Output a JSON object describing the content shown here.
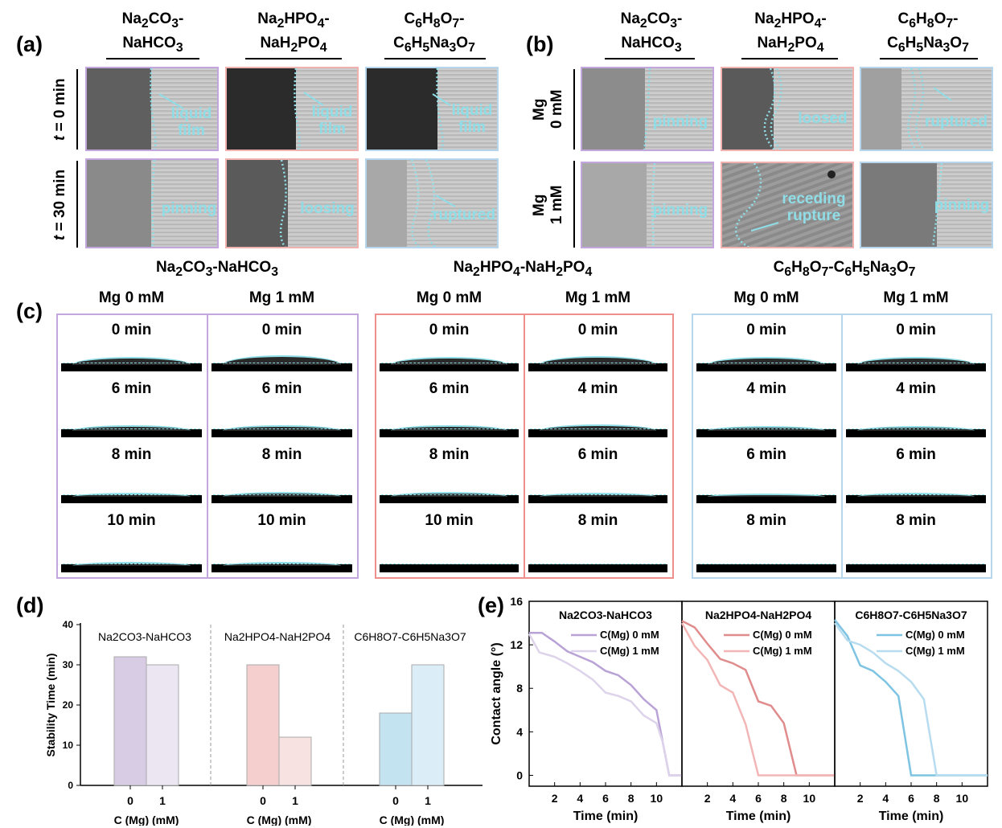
{
  "panel_a": {
    "letter": "(a)",
    "cols": [
      "Na2CO3-NaHCO3",
      "Na2HPO4-NaH2PO4",
      "C6H8O7-C6H5Na3O7"
    ],
    "rows": [
      "t = 0 min",
      "t = 30 min"
    ],
    "labels": [
      [
        "liquid film",
        "liquid film",
        "liquid film"
      ],
      [
        "pinning",
        "loosing",
        "ruptured"
      ]
    ]
  },
  "panel_b": {
    "letter": "(b)",
    "cols": [
      "Na2CO3-NaHCO3",
      "Na2HPO4-NaH2PO4",
      "C6H8O7-C6H5Na3O7"
    ],
    "rows": [
      "Mg 0 mM",
      "Mg 1 mM"
    ],
    "labels": [
      [
        "pinning",
        "loosed",
        "ruptured"
      ],
      [
        "pinning",
        "receding rupture",
        "pinning"
      ]
    ]
  },
  "panel_c": {
    "letter": "(c)",
    "groups": [
      {
        "title": "Na2CO3-NaHCO3",
        "color": "#c3a6dd",
        "cols": [
          {
            "mg": "Mg 0 mM",
            "times": [
              "0 min",
              "6 min",
              "8 min",
              "10 min"
            ]
          },
          {
            "mg": "Mg 1 mM",
            "times": [
              "0 min",
              "6 min",
              "8 min",
              "10 min"
            ]
          }
        ]
      },
      {
        "title": "Na2HPO4-NaH2PO4",
        "color": "#ef8f8c",
        "cols": [
          {
            "mg": "Mg 0 mM",
            "times": [
              "0 min",
              "6 min",
              "8 min",
              "10 min"
            ]
          },
          {
            "mg": "Mg 1 mM",
            "times": [
              "0 min",
              "4 min",
              "6 min",
              "8 min"
            ]
          }
        ]
      },
      {
        "title": "C6H8O7-C6H5Na3O7",
        "color": "#b5d6ec",
        "cols": [
          {
            "mg": "Mg 0 mM",
            "times": [
              "0 min",
              "4 min",
              "6 min",
              "8 min"
            ]
          },
          {
            "mg": "Mg 1 mM",
            "times": [
              "0 min",
              "4 min",
              "6 min",
              "8 min"
            ]
          }
        ]
      }
    ]
  },
  "chart_data": [
    {
      "type": "bar",
      "panel": "(d)",
      "ylabel": "Stability Time (min)",
      "xlabel": "C (Mg) (mM)",
      "ylim": [
        0,
        40
      ],
      "yticks": [
        0,
        10,
        20,
        30,
        40
      ],
      "groups": [
        {
          "name": "Na2CO3-NaHCO3",
          "categories": [
            "0",
            "1"
          ],
          "values": [
            32,
            30
          ],
          "colors": [
            "#d8cce4",
            "#ebe6f1"
          ]
        },
        {
          "name": "Na2HPO4-NaH2PO4",
          "categories": [
            "0",
            "1"
          ],
          "values": [
            30,
            12
          ],
          "colors": [
            "#f4cfcd",
            "#f8e2e1"
          ]
        },
        {
          "name": "C6H8O7-C6H5Na3O7",
          "categories": [
            "0",
            "1"
          ],
          "values": [
            18,
            30
          ],
          "colors": [
            "#c4e3f1",
            "#dbeef8"
          ]
        }
      ]
    },
    {
      "type": "line",
      "panel": "(e)",
      "ylabel": "Contact angle (°)",
      "xlabel": "Time (min)",
      "ylim": [
        -1,
        16
      ],
      "yticks": [
        0,
        4,
        8,
        12,
        16
      ],
      "xlim": [
        0,
        12
      ],
      "xticks": [
        2,
        4,
        6,
        8,
        10
      ],
      "subplots": [
        {
          "title": "Na2CO3-NaHCO3",
          "series": [
            {
              "name": "C(Mg) 0 mM",
              "color": "#b9a3d6",
              "x": [
                0,
                1,
                2,
                3,
                4,
                5,
                6,
                7,
                8,
                9,
                10,
                10.5,
                11,
                12
              ],
              "y": [
                13.1,
                13.1,
                12.3,
                11.4,
                10.9,
                10.4,
                9.6,
                9.2,
                8.3,
                7,
                6,
                3,
                0,
                0
              ]
            },
            {
              "name": "C(Mg) 1 mM",
              "color": "#ddd3ea",
              "x": [
                0,
                0.8,
                2,
                3,
                4,
                5,
                6,
                7,
                8,
                9,
                10,
                10.5,
                11,
                12
              ],
              "y": [
                13,
                11.3,
                10.9,
                10.3,
                9.6,
                8.8,
                7.6,
                7.3,
                6.8,
                5.5,
                4.8,
                3,
                0,
                0
              ]
            }
          ]
        },
        {
          "title": "Na2HPO4-NaH2PO4",
          "series": [
            {
              "name": "C(Mg) 0 mM",
              "color": "#e08c8c",
              "x": [
                0,
                1,
                2,
                3,
                4,
                5,
                6,
                7,
                8,
                9,
                10,
                12
              ],
              "y": [
                14.2,
                13.6,
                12.1,
                10.7,
                10.3,
                9.7,
                6.8,
                6.4,
                4.8,
                0,
                0,
                0
              ]
            },
            {
              "name": "C(Mg) 1 mM",
              "color": "#f3b6b6",
              "x": [
                0,
                1,
                2,
                3,
                4,
                5,
                6,
                7,
                8,
                9,
                10,
                12
              ],
              "y": [
                14,
                11.9,
                10.6,
                8.3,
                7.6,
                4.7,
                0,
                0,
                0,
                0,
                0,
                0
              ]
            }
          ]
        },
        {
          "title": "C6H8O7-C6H5Na3O7",
          "series": [
            {
              "name": "C(Mg) 0 mM",
              "color": "#7ec4e2",
              "x": [
                0,
                1,
                2,
                3,
                4,
                5,
                6,
                7,
                8,
                10,
                12
              ],
              "y": [
                14.3,
                12.8,
                10.1,
                9.6,
                8.6,
                7.3,
                0,
                0,
                0,
                0,
                0
              ]
            },
            {
              "name": "C(Mg) 1 mM",
              "color": "#b7dcef",
              "x": [
                0,
                1,
                2,
                3,
                4,
                5,
                6,
                7,
                8,
                10,
                12
              ],
              "y": [
                14,
                12.4,
                12,
                11.3,
                10.3,
                9.6,
                8.6,
                7,
                0,
                0,
                0
              ]
            }
          ]
        }
      ]
    }
  ]
}
